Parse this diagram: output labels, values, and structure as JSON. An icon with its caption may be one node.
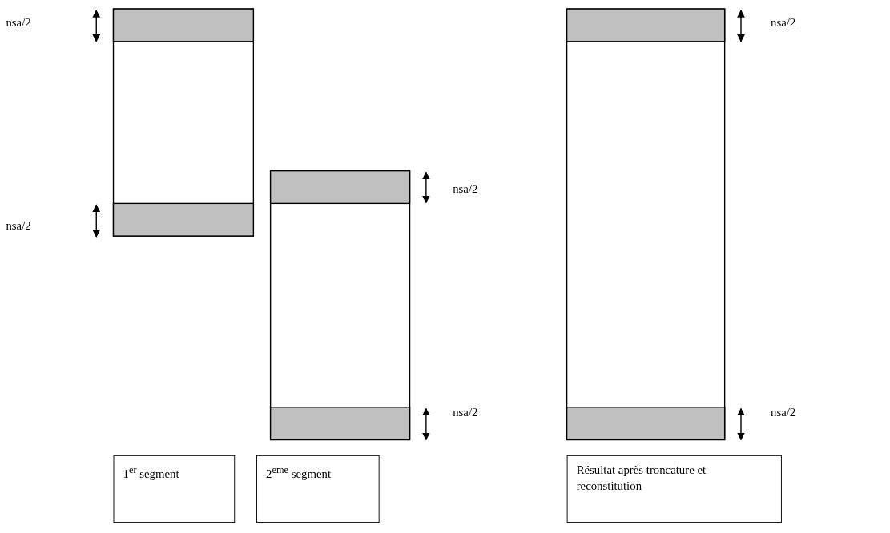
{
  "diagram": {
    "nodes": [
      {
        "text": [
          "1$^{er}$ segment"
        ]
      },
      {
        "text": [
          "2$^{eme}$ segment"
        ]
      },
      {
        "text": [
          "Résultat après troncature et reconstitution"
        ]
      }
    ],
    "labels": [
      "nsa/2",
      "nsa/2",
      "nsa/2",
      "nsa/2",
      "nsa/2",
      "nsa/2"
    ]
  }
}
